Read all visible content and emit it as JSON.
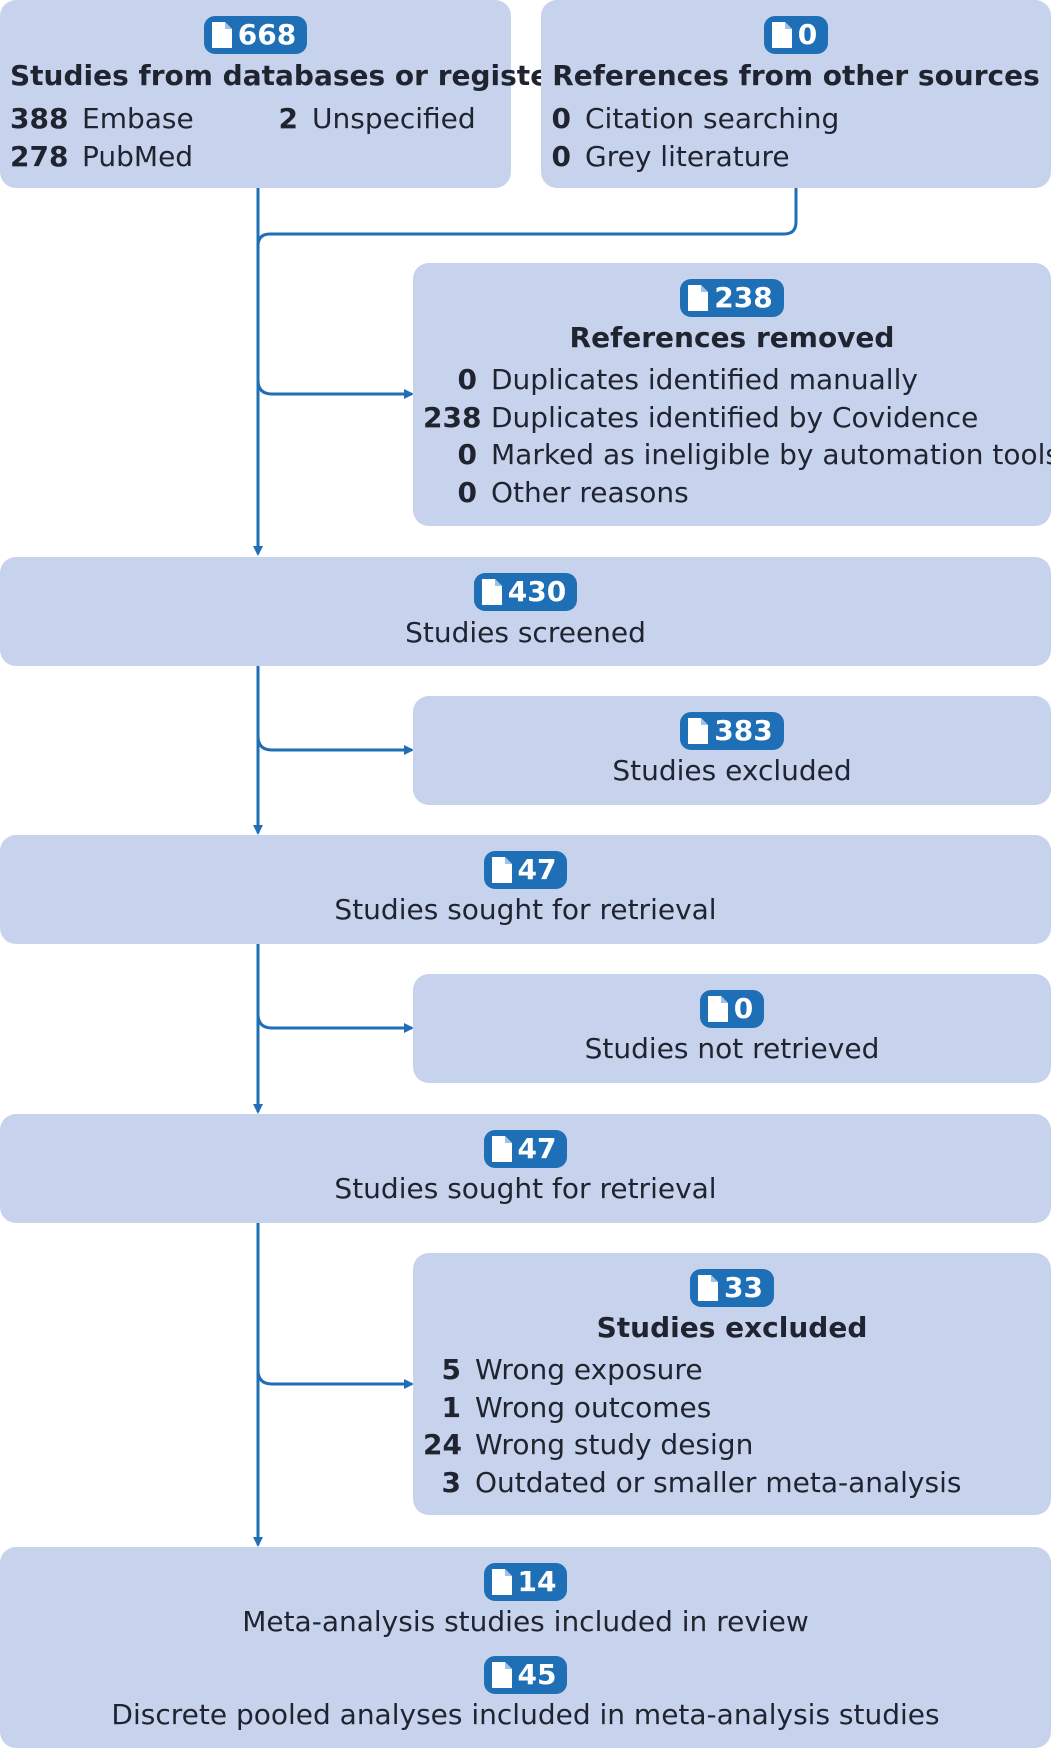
{
  "identification": {
    "databases": {
      "count": "668",
      "title": "Studies from databases or registers",
      "items": [
        {
          "n": "388",
          "label": "Embase"
        },
        {
          "n": "2",
          "label": "Unspecified"
        },
        {
          "n": "278",
          "label": "PubMed"
        }
      ]
    },
    "other_sources": {
      "count": "0",
      "title": "References from other sources",
      "items": [
        {
          "n": "0",
          "label": "Citation searching"
        },
        {
          "n": "0",
          "label": "Grey literature"
        }
      ]
    }
  },
  "references_removed": {
    "count": "238",
    "title": "References removed",
    "items": [
      {
        "n": "0",
        "label": "Duplicates identified manually"
      },
      {
        "n": "238",
        "label": "Duplicates identified by Covidence"
      },
      {
        "n": "0",
        "label": "Marked as ineligible by automation tools"
      },
      {
        "n": "0",
        "label": "Other reasons"
      }
    ]
  },
  "screened": {
    "count": "430",
    "label": "Studies screened"
  },
  "excluded_screening": {
    "count": "383",
    "label": "Studies excluded"
  },
  "sought_retrieval_1": {
    "count": "47",
    "label": "Studies sought for retrieval"
  },
  "not_retrieved": {
    "count": "0",
    "label": "Studies not retrieved"
  },
  "sought_retrieval_2": {
    "count": "47",
    "label": "Studies sought for retrieval"
  },
  "excluded_full_text": {
    "count": "33",
    "title": "Studies excluded",
    "items": [
      {
        "n": "5",
        "label": "Wrong exposure"
      },
      {
        "n": "1",
        "label": "Wrong outcomes"
      },
      {
        "n": "24",
        "label": "Wrong study design"
      },
      {
        "n": "3",
        "label": "Outdated or smaller meta-analysis"
      }
    ]
  },
  "included": {
    "studies_count": "14",
    "studies_label": "Meta-analysis studies included in review",
    "analyses_count": "45",
    "analyses_label": "Discrete pooled analyses included in meta-analysis studies"
  },
  "colors": {
    "box": "#c7d3ec",
    "badge": "#1f6fb6",
    "arrow": "#1f6fb6",
    "text": "#1f2430"
  },
  "icons": {
    "badge_icon": "document-icon"
  }
}
